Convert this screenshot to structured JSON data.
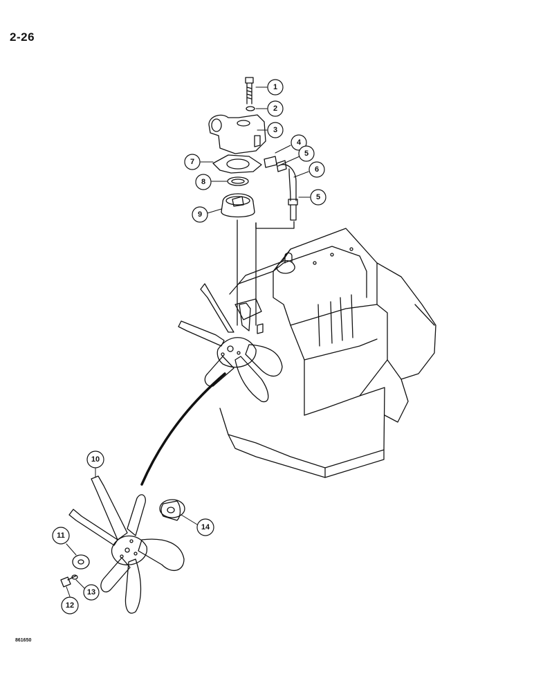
{
  "page_number": "2-26",
  "figure_code": "861650",
  "callouts": [
    {
      "id": "callout-1",
      "label": "1"
    },
    {
      "id": "callout-2",
      "label": "2"
    },
    {
      "id": "callout-3",
      "label": "3"
    },
    {
      "id": "callout-4",
      "label": "4"
    },
    {
      "id": "callout-5a",
      "label": "5"
    },
    {
      "id": "callout-6",
      "label": "6"
    },
    {
      "id": "callout-5b",
      "label": "5"
    },
    {
      "id": "callout-7",
      "label": "7"
    },
    {
      "id": "callout-8",
      "label": "8"
    },
    {
      "id": "callout-9",
      "label": "9"
    },
    {
      "id": "callout-10",
      "label": "10"
    },
    {
      "id": "callout-11",
      "label": "11"
    },
    {
      "id": "callout-12",
      "label": "12"
    },
    {
      "id": "callout-13",
      "label": "13"
    },
    {
      "id": "callout-14",
      "label": "14"
    }
  ]
}
